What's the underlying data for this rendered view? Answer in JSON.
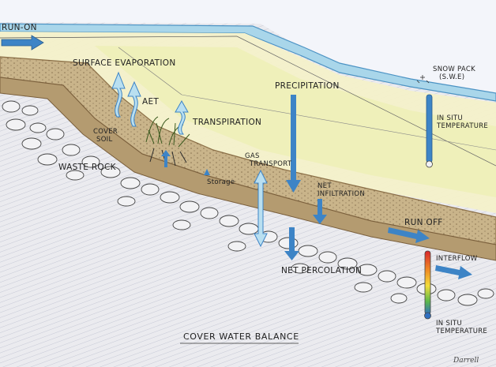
{
  "diagram": {
    "title": "COVER WATER BALANCE",
    "signature": "Darrell",
    "labels": {
      "run_on": "RUN-ON",
      "surface_evaporation": "SURFACE EVAPORATION",
      "aet": "AET",
      "transpiration": "TRANSPIRATION",
      "cover_soil_line1": "COVER",
      "cover_soil_line2": "SOIL",
      "waste_rock": "WASTE ROCK",
      "storage": "Storage",
      "precipitation": "PRECIPITATION",
      "snow_pack_line1": "SNOW PACK",
      "snow_pack_line2": "(S.W.E)",
      "in_situ_top_line1": "IN SITU",
      "in_situ_top_line2": "TEMPERATURE",
      "gas_transport_line1": "GAS",
      "gas_transport_line2": "TRANSPORT",
      "net_infiltration_line1": "NET",
      "net_infiltration_line2": "INFILTRATION",
      "runoff": "RUN OFF",
      "interflow": "INTERFLOW",
      "net_percolation": "NET PERCOLATION",
      "in_situ_bottom_line1": "IN SITU",
      "in_situ_bottom_line2": "TEMPERATURE"
    },
    "colors": {
      "sky": "#f4f1c9",
      "sky_band": "#eef0b8",
      "snow": "#a9d6ea",
      "snow_edge": "#4c93c4",
      "cover_soil": "#c9b48a",
      "cover_soil_dark": "#8b6f47",
      "waste_rock": "#e6e6ea",
      "ground_hatch": "#9aa0b5",
      "arrow_blue": "#3d84c6",
      "arrow_light": "#b9dff0"
    }
  }
}
